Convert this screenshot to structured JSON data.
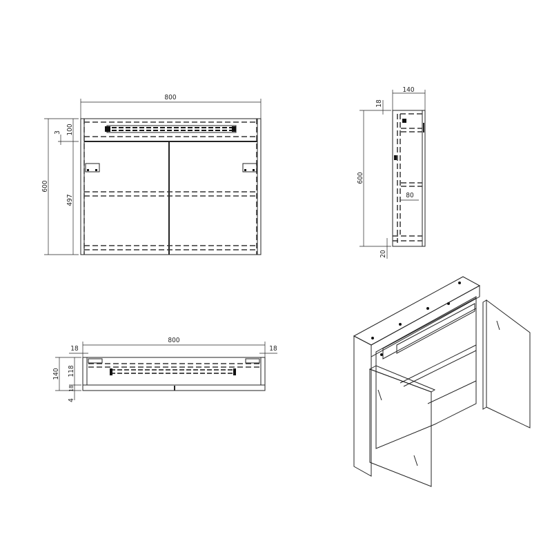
{
  "front_view": {
    "width": "800",
    "height": "600",
    "top_section": "100",
    "gap": "3",
    "door_height": "497"
  },
  "side_view": {
    "depth": "140",
    "top_thickness": "18",
    "height": "600",
    "shelf_depth": "80",
    "bottom": "20"
  },
  "top_view": {
    "width": "800",
    "left_side": "18",
    "right_side": "18",
    "depth": "140",
    "body_depth": "118",
    "door_thickness": "18",
    "gap": "4"
  }
}
